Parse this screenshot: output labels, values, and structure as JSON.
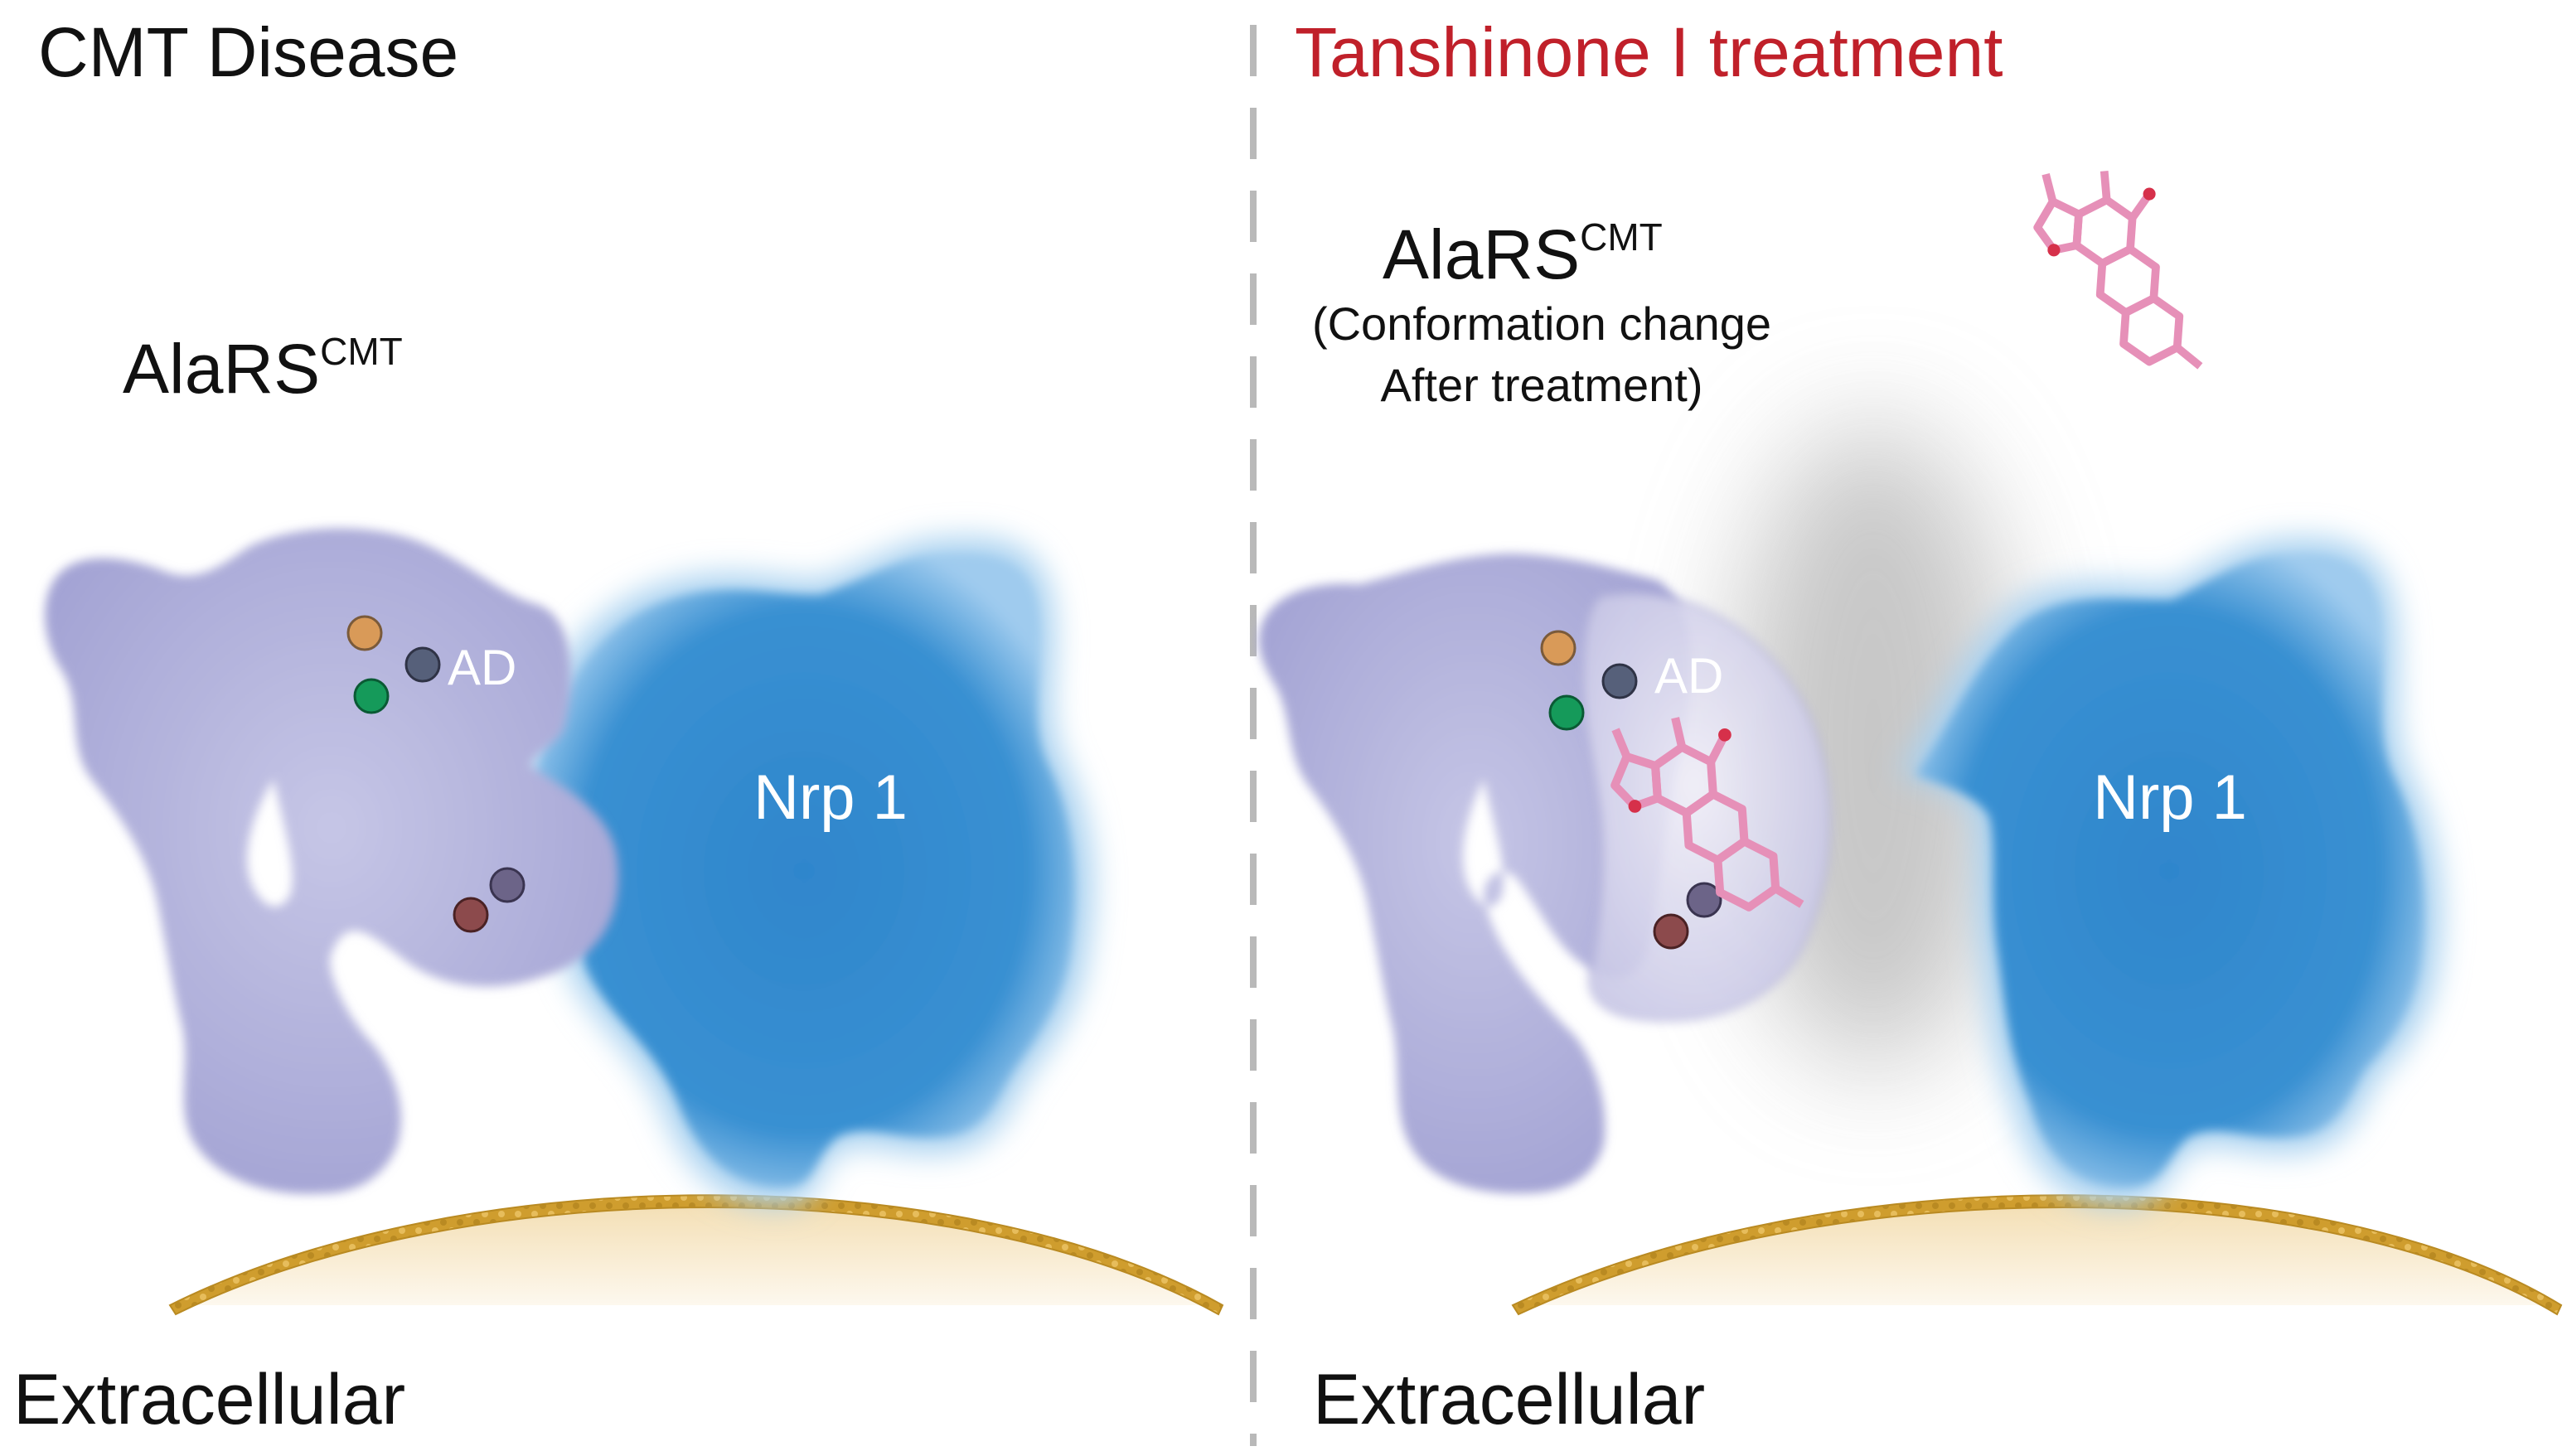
{
  "left": {
    "title": "CMT Disease",
    "protein_label": "AlaRS",
    "protein_sup": "CMT",
    "domain_label": "AD",
    "receptor_label": "Nrp 1",
    "region_label": "Extracellular"
  },
  "right": {
    "title": "Tanshinone I treatment",
    "protein_label": "AlaRS",
    "protein_sup": "CMT",
    "note_line1": "(Conformation change",
    "note_line2": "After treatment)",
    "domain_label": "AD",
    "receptor_label": "Nrp 1",
    "region_label": "Extracellular"
  },
  "colors": {
    "alars": "#aaaad8",
    "nrp1": "#2f86cc",
    "membrane": "#d4a437",
    "tanshinone": "#e690b8",
    "title_right": "#c0202a",
    "dot_orange": "#d99a58",
    "dot_slate": "#56607a",
    "dot_green": "#159a5a",
    "dot_purple": "#6c6488",
    "dot_maroon": "#8c4a4c"
  },
  "icons": [
    "tanshinone-molecule-icon"
  ]
}
